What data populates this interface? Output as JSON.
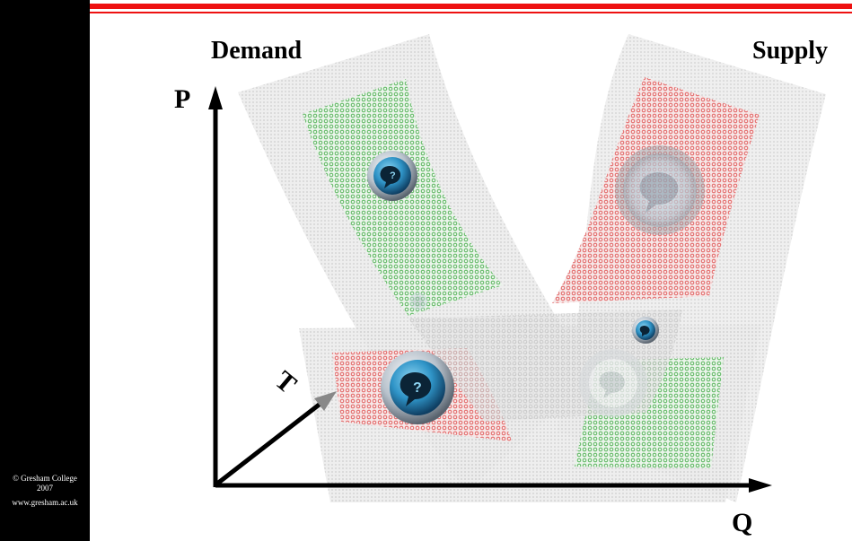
{
  "slide": {
    "credit_line1": "© Gresham College",
    "credit_line2": "2007",
    "credit_url": "www.gresham.ac.uk"
  },
  "diagram": {
    "label_demand": "Demand",
    "label_supply": "Supply",
    "axis_p": "P",
    "axis_q": "Q",
    "axis_t": "T",
    "icon_name": "question-bubble-icon",
    "colors": {
      "accent_red": "#ee1111",
      "demand_green": "#4caf50",
      "supply_red": "#e05555",
      "icon_blue": "#3aa7d8"
    }
  }
}
